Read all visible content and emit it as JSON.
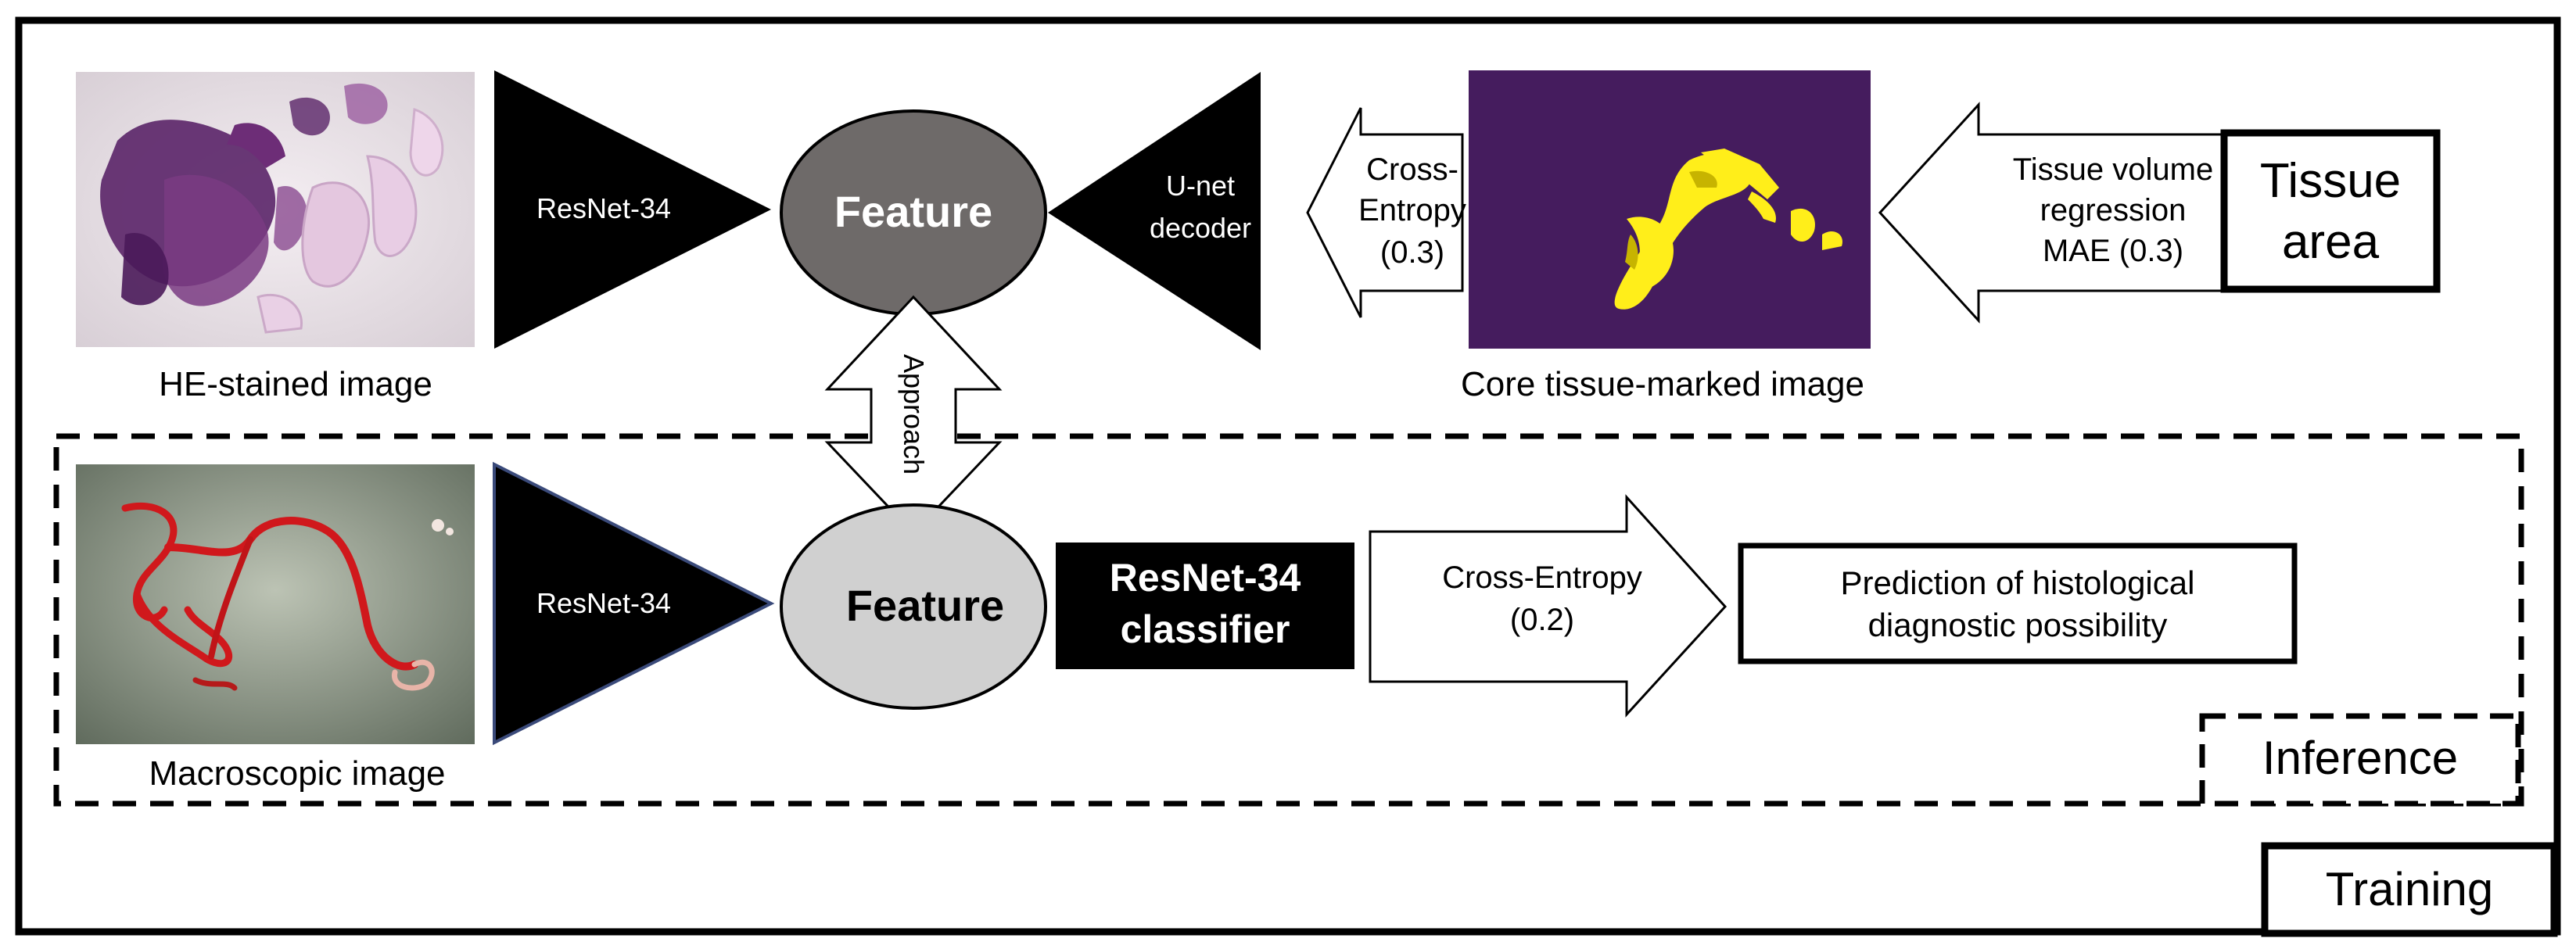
{
  "encoder_top_label": "ResNet-34",
  "encoder_bottom_label": "ResNet-34",
  "feature_top": "Feature",
  "feature_bottom": "Feature",
  "decoder_label": [
    "U-net",
    "decoder"
  ],
  "ce_top": [
    "Cross-",
    "Entropy",
    "(0.3)"
  ],
  "regression": [
    "Tissue volume",
    "regression",
    "MAE (0.3)"
  ],
  "tissue_area": [
    "Tissue",
    "area"
  ],
  "approach": "Approach",
  "classifier": [
    "ResNet-34",
    "classifier"
  ],
  "ce_bottom": [
    "Cross-Entropy",
    "(0.2)"
  ],
  "prediction": [
    "Prediction of histological",
    "diagnostic possibility"
  ],
  "captions": {
    "he": "HE-stained image",
    "mask": "Core tissue-marked image",
    "macro": "Macroscopic image"
  },
  "inference_label": "Inference",
  "training_label": "Training",
  "colors": {
    "feature_top_fill": "#6e6a69",
    "feature_bottom_fill": "#d0d0d0",
    "mask_bg": "#451c5e",
    "mask_tissue": "#ffee1a",
    "he_stain": "#5a2468",
    "macro_bg": "#8e9a8a",
    "worm": "#d0181c"
  },
  "icons": [
    "he-stained-tissue-image",
    "segmentation-mask-image",
    "macroscopic-specimen-photo"
  ]
}
